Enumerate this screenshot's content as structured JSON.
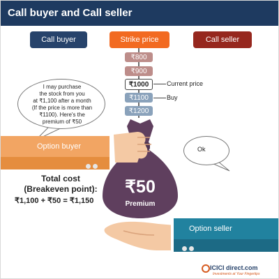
{
  "title": "Call buyer and Call seller",
  "headers": {
    "call_buyer": "Call buyer",
    "strike_price": "Strike price",
    "call_seller": "Call seller"
  },
  "strike_prices": [
    "₹800",
    "₹900",
    "₹1000",
    "₹1100",
    "₹1200"
  ],
  "strike_notes": {
    "current": "Current price",
    "buy": "Buy"
  },
  "buyer_speech": [
    "I may purchase",
    "the stock from you",
    "at ₹1,100 after a month",
    "(If the price is more than",
    "₹1100). Here's the",
    "premium of ₹50"
  ],
  "seller_speech": "Ok",
  "option_buyer_label": "Option buyer",
  "option_seller_label": "Option seller",
  "total_cost": {
    "line1": "Total cost",
    "line2": "(Breakeven point):",
    "line3": "₹1,100 + ₹50 = ₹1,150"
  },
  "bag": {
    "amount": "₹50",
    "label": "Premium"
  },
  "brand": {
    "logo": "ICICI direct.com",
    "tagline": "Investments at Your Fingertips"
  },
  "colors": {
    "title_bar": "#1e3a60",
    "call_buyer": "#27436b",
    "strike_price": "#f26a21",
    "call_seller": "#96271e",
    "option_buyer_band": "#f2a563",
    "option_seller_band": "#21829f",
    "money_bag": "#5f3f5e"
  }
}
